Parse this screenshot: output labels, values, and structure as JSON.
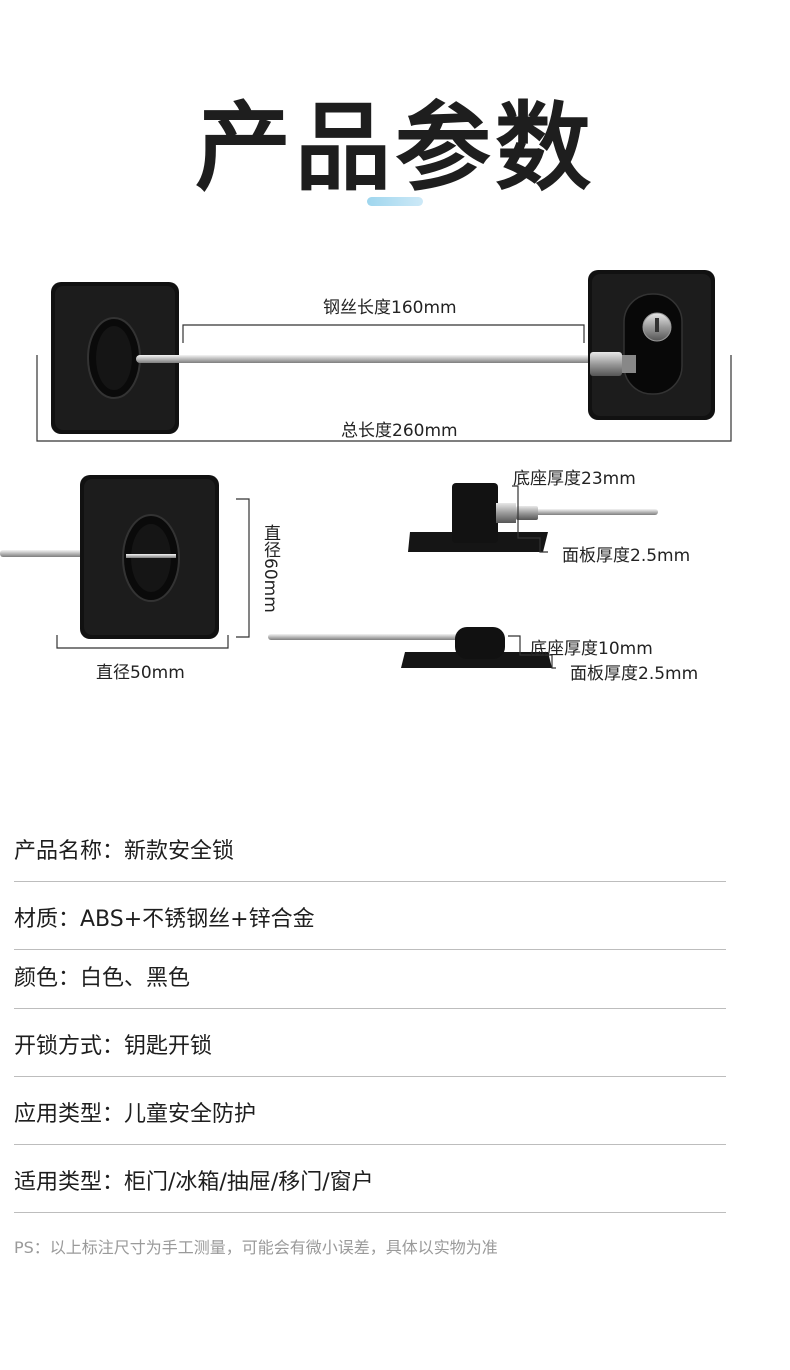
{
  "header": {
    "title": "产品参数",
    "accent_color": "#a9dbf0"
  },
  "dimensions": {
    "wire_length": "钢丝长度160mm",
    "total_length": "总长度260mm",
    "diameter_60": "直径60mm",
    "diameter_50": "直径50mm",
    "base_thickness_23": "底座厚度23mm",
    "panel_thickness_a": "面板厚度2.5mm",
    "base_thickness_10": "底座厚度10mm",
    "panel_thickness_b": "面板厚度2.5mm"
  },
  "specs": [
    {
      "label": "产品名称：新款安全锁"
    },
    {
      "label": "材质：ABS+不锈钢丝+锌合金"
    },
    {
      "label": "颜色：白色、黑色"
    },
    {
      "label": "开锁方式：钥匙开锁"
    },
    {
      "label": "应用类型：儿童安全防护"
    },
    {
      "label": "适用类型：柜门/冰箱/抽屉/移门/窗户"
    }
  ],
  "note": "PS：以上标注尺寸为手工测量，可能会有微小误差，具体以实物为准"
}
